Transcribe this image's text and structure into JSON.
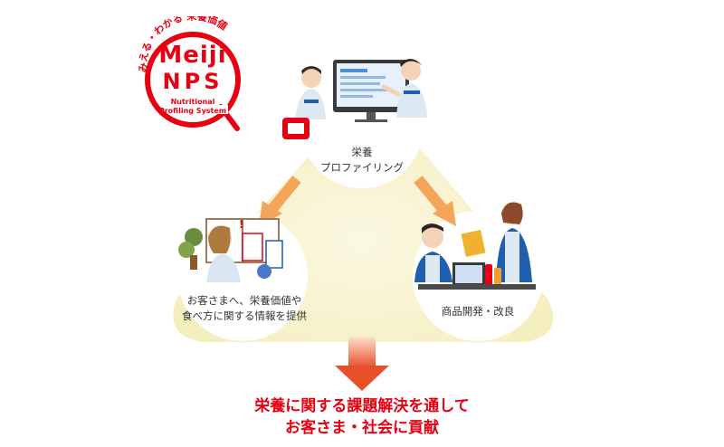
{
  "logo": {
    "arc_text": "みえる・わかる 栄養価値",
    "brand": "Meiji",
    "nps": "NPS",
    "sub_line1": "Nutritional",
    "sub_line2": "Profiling System"
  },
  "nodes": {
    "profiling": {
      "line1": "栄養",
      "line2": "プロファイリング"
    },
    "inform": {
      "line1": "お客さまへ、栄養価値や",
      "line2": "食べ方に関する情報を提供"
    },
    "develop": {
      "line1": "商品開発・改良"
    }
  },
  "conclusion": {
    "line1": "栄養に関する課題解決を通して",
    "line2": "お客さま・社会に貢献"
  },
  "colors": {
    "brand_red": "#e60012",
    "arrow_orange": "#f5a55a",
    "triangle_fill": "#f7f3d0",
    "down_arrow": "#e8502a"
  }
}
